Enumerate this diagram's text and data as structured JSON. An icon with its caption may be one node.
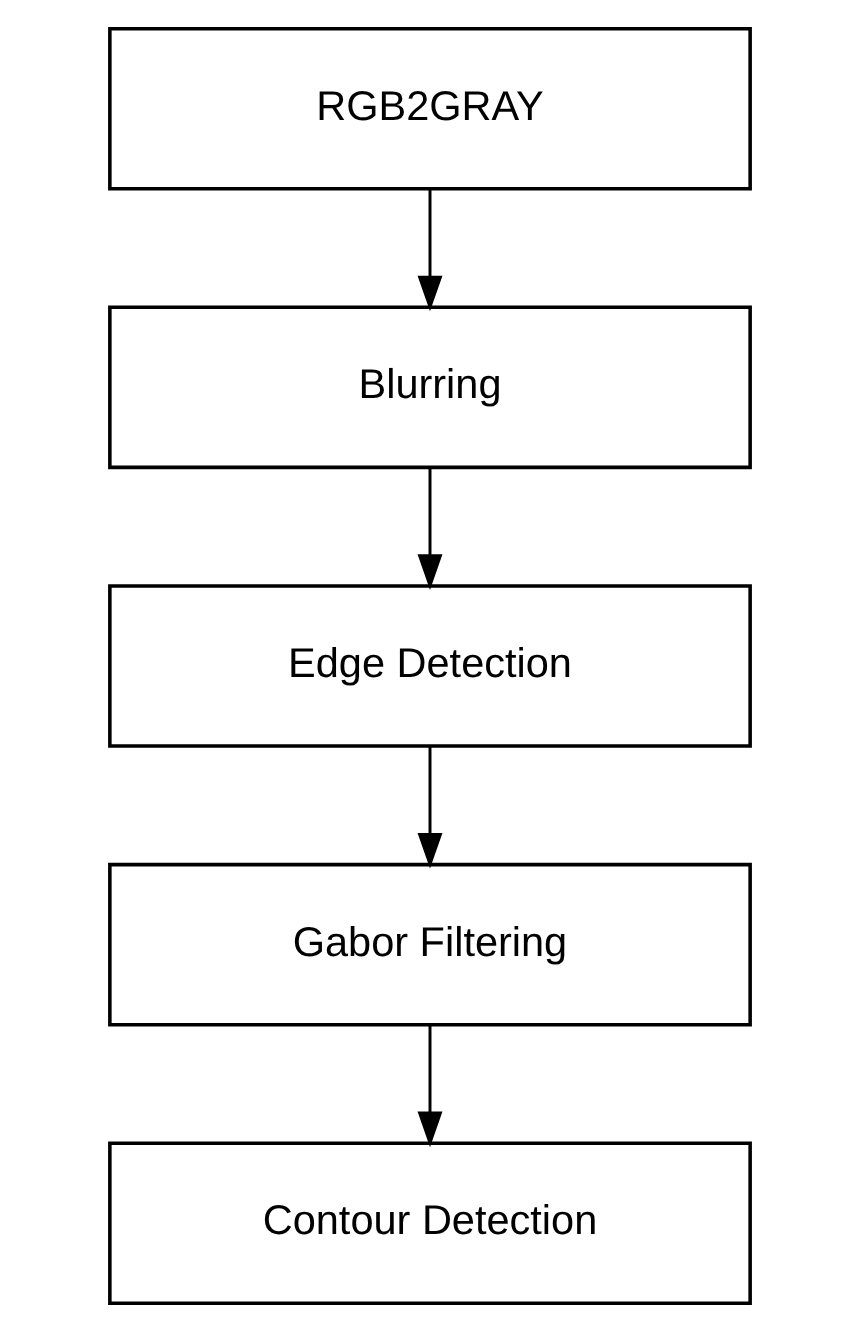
{
  "diagram": {
    "nodes": [
      {
        "text": [
          "RGB2GRAY"
        ]
      },
      {
        "text": [
          "Blurring"
        ]
      },
      {
        "text": [
          "Edge Detection"
        ]
      },
      {
        "text": [
          "Gabor Filtering"
        ]
      },
      {
        "text": [
          "Contour Detection"
        ]
      }
    ],
    "edges": [
      {
        "from": 0,
        "to": 1,
        "arrow": "to"
      },
      {
        "from": 1,
        "to": 2,
        "arrow": "to"
      },
      {
        "from": 2,
        "to": 3,
        "arrow": "to"
      },
      {
        "from": 3,
        "to": 4,
        "arrow": "to"
      }
    ]
  }
}
